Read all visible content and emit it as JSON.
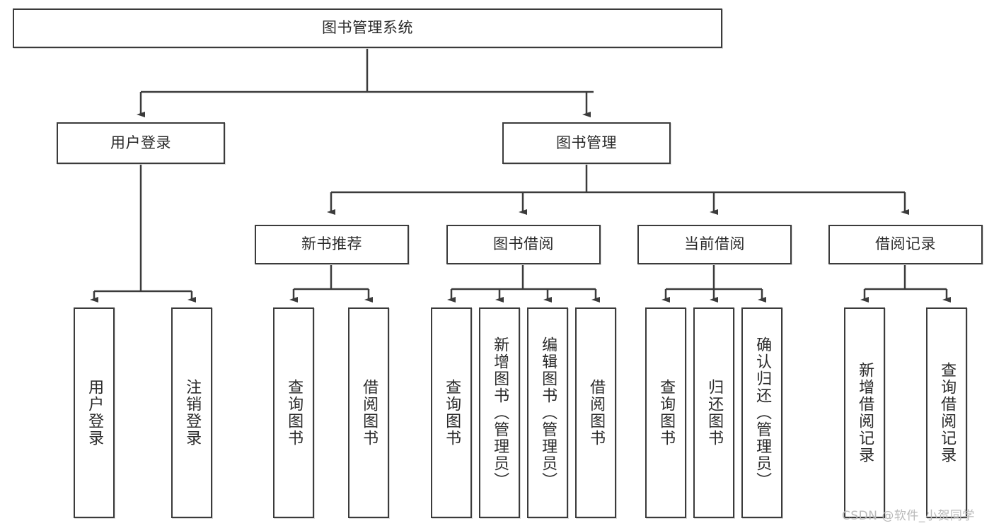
{
  "diagram": {
    "type": "tree",
    "title": "图书管理系统",
    "root": {
      "label": "图书管理系统"
    },
    "level2": [
      {
        "label": "用户登录"
      },
      {
        "label": "图书管理"
      }
    ],
    "level3": [
      {
        "label": "新书推荐"
      },
      {
        "label": "图书借阅"
      },
      {
        "label": "当前借阅"
      },
      {
        "label": "借阅记录"
      }
    ],
    "leaves": {
      "user_login": [
        {
          "label": "用户登录"
        },
        {
          "label": "注销登录"
        }
      ],
      "new_book_recommend": [
        {
          "label": "查询图书"
        },
        {
          "label": "借阅图书"
        }
      ],
      "book_borrow": [
        {
          "label": "查询图书"
        },
        {
          "label": "新增图书（管理员）"
        },
        {
          "label": "编辑图书（管理员）"
        },
        {
          "label": "借阅图书"
        }
      ],
      "current_borrow": [
        {
          "label": "查询图书"
        },
        {
          "label": "归还图书"
        },
        {
          "label": "确认归还（管理员）"
        }
      ],
      "borrow_record": [
        {
          "label": "新增借阅记录"
        },
        {
          "label": "查询借阅记录"
        }
      ]
    }
  },
  "watermark": {
    "text": "CSDN @软件_小贺同学"
  },
  "colors": {
    "border": "#3b3b3b",
    "text": "#2b2b2b",
    "background": "#ffffff",
    "watermark": "#b9b9b9"
  }
}
